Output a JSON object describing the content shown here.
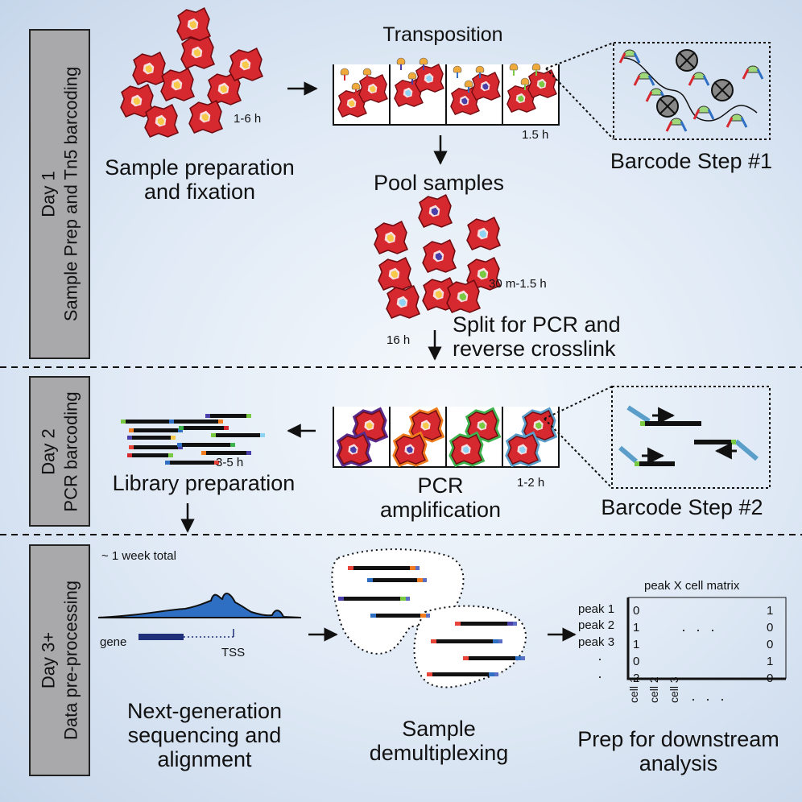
{
  "day1": {
    "side_line1": "Day 1",
    "side_line2": "Sample Prep and Tn5 barcoding",
    "sample_prep": {
      "line1": "Sample preparation",
      "line2": "and fixation",
      "time": "1-6 h"
    },
    "transposition": {
      "title": "Transposition",
      "time": "1.5 h"
    },
    "barcode_step": "Barcode Step #1",
    "pool": {
      "title": "Pool samples",
      "time": "30 m-1.5 h"
    },
    "split": {
      "line1": "Split for PCR and",
      "line2": "reverse crosslink",
      "time": "16 h"
    }
  },
  "day2": {
    "side_line1": "Day 2",
    "side_line2": "PCR barcoding",
    "library": {
      "title": "Library preparation",
      "time": "3-5 h"
    },
    "pcr": {
      "line1": "PCR",
      "line2": "amplification",
      "time": "1-2 h"
    },
    "barcode_step": "Barcode Step #2"
  },
  "day3": {
    "side_line1": "Day 3+",
    "side_line2": "Data pre-processing",
    "total_time": "~ 1 week total",
    "track": {
      "gene_label": "gene",
      "tss_label": "TSS"
    },
    "ngs": {
      "line1": "Next-generation",
      "line2": "sequencing and",
      "line3": "alignment"
    },
    "demux": {
      "line1": "Sample",
      "line2": "demultiplexing"
    },
    "matrix": {
      "title": "peak X cell matrix",
      "rows": [
        "peak 1",
        "peak 2",
        "peak 3"
      ],
      "col1": [
        "0",
        "1",
        "1",
        "0",
        "2"
      ],
      "col_last": [
        "1",
        "0",
        "0",
        "1",
        "0"
      ],
      "cols": [
        "cell 1",
        "cell 2",
        "cell 3"
      ]
    },
    "prep": {
      "line1": "Prep for downstream",
      "line2": "analysis"
    }
  },
  "colors": {
    "cell_red": "#d6282f",
    "cell_outline": "#6e0b10",
    "side_panel": "#a9a9ab",
    "background": "#dfe9f5",
    "track_fill": "#2e6fc4",
    "gene_blue": "#1f2f7a"
  }
}
